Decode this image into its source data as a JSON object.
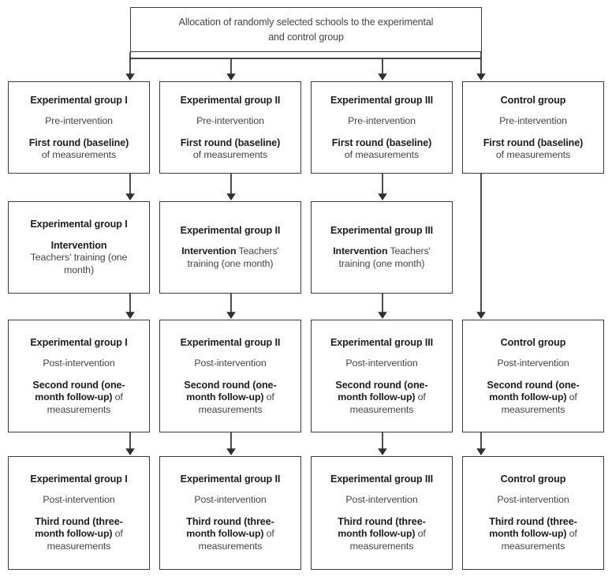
{
  "diagram": {
    "title_text": "Allocation of randomly selected schools to the experimental and control group",
    "root": {
      "name": "allocation-box",
      "lines": [
        {
          "type": "plain",
          "text": "Allocation of randomly selected schools to the experimental"
        },
        {
          "type": "plain",
          "text": "and control group"
        }
      ]
    },
    "colors": {
      "border": "#3a3a3a",
      "heading_text": "#1d1d1d",
      "body_text": "#444444",
      "background": "#ffffff",
      "connector": "#2f2f2f"
    },
    "columns": [
      {
        "id": "experimental-group-1",
        "label": "Experimental group I"
      },
      {
        "id": "experimental-group-2",
        "label": "Experimental group II"
      },
      {
        "id": "experimental-group-3",
        "label": "Experimental group III"
      },
      {
        "id": "control-group",
        "label": "Control group"
      }
    ],
    "rows": [
      {
        "id": "baseline-row",
        "label": "First round (baseline) of measurements"
      },
      {
        "id": "intervention-row",
        "label": "Intervention — Teachers' training (one month)"
      },
      {
        "id": "second-round-row",
        "label": "Second round (one-month follow-up) of measurements"
      },
      {
        "id": "third-round-row",
        "label": "Third round (three-month follow-up) of measurements"
      }
    ],
    "nodes": {
      "r1c1": {
        "title": "Experimental group I",
        "phase": "Pre-intervention",
        "bold_part": "First round (baseline)",
        "plain_part": "of measurements"
      },
      "r1c2": {
        "title": "Experimental group II",
        "phase": "Pre-intervention",
        "bold_part": "First round (baseline)",
        "plain_part": "of measurements"
      },
      "r1c3": {
        "title": "Experimental group III",
        "phase": "Pre-intervention",
        "bold_part": "First round (baseline)",
        "plain_part": "of measurements"
      },
      "r1c4": {
        "title": "Control group",
        "phase": "Pre-intervention",
        "bold_part": "First round (baseline)",
        "plain_part": "of measurements"
      },
      "r2c1": {
        "title": "Experimental group I",
        "bold_part": "Intervention",
        "plain_part": "Teachers' training (one month)"
      },
      "r2c2": {
        "title": "Experimental group II",
        "bold_part": "Intervention",
        "plain_part": "Teachers' training (one month)"
      },
      "r2c3": {
        "title": "Experimental group III",
        "bold_part": "Intervention",
        "plain_part": "Teachers' training (one month)"
      },
      "r3c1": {
        "title": "Experimental group I",
        "phase": "Post-intervention",
        "bold_part": "Second round (one-month follow-up)",
        "plain_part": "of measurements"
      },
      "r3c2": {
        "title": "Experimental group II",
        "phase": "Post-intervention",
        "bold_part": "Second round (one-month follow-up)",
        "plain_part": "of measurements"
      },
      "r3c3": {
        "title": "Experimental group III",
        "phase": "Post-intervention",
        "bold_part": "Second round (one-month follow-up)",
        "plain_part": "of measurements"
      },
      "r3c4": {
        "title": "Control group",
        "phase": "Post-intervention",
        "bold_part": "Second round (one-month follow-up)",
        "plain_part": "of measurements"
      },
      "r4c1": {
        "title": "Experimental group I",
        "phase": "Post-intervention",
        "bold_part": "Third round (three-month follow-up)",
        "plain_part": "of measurements"
      },
      "r4c2": {
        "title": "Experimental group II",
        "phase": "Post-intervention",
        "bold_part": "Third round (three-month follow-up)",
        "plain_part": "of measurements"
      },
      "r4c3": {
        "title": "Experimental group III",
        "phase": "Post-intervention",
        "bold_part": "Third round (three-month follow-up)",
        "plain_part": "of measurements"
      },
      "r4c4": {
        "title": "Control group",
        "phase": "Post-intervention",
        "bold_part": "Third round (three-month follow-up)",
        "plain_part": "of measurements"
      }
    },
    "wrapped": {
      "r2c1_line2": "Intervention",
      "r2c1_line3a": "Teachers' training (one",
      "r2c1_line3b": "month)",
      "r2c2_line2_bold": "Intervention",
      "r2c2_line2_plain": "Teachers'",
      "r2c2_line3": "training (one month)",
      "second_round_bold_a": "Second round (one-",
      "second_round_bold_b": "month follow-up)",
      "second_round_tail": "of",
      "third_round_bold_a": "Third round (three-",
      "third_round_bold_b": "month follow-up)",
      "third_round_tail": "of",
      "measurements": "measurements",
      "first_round_bold": "First round (baseline)",
      "first_round_tail": "of measurements"
    }
  }
}
